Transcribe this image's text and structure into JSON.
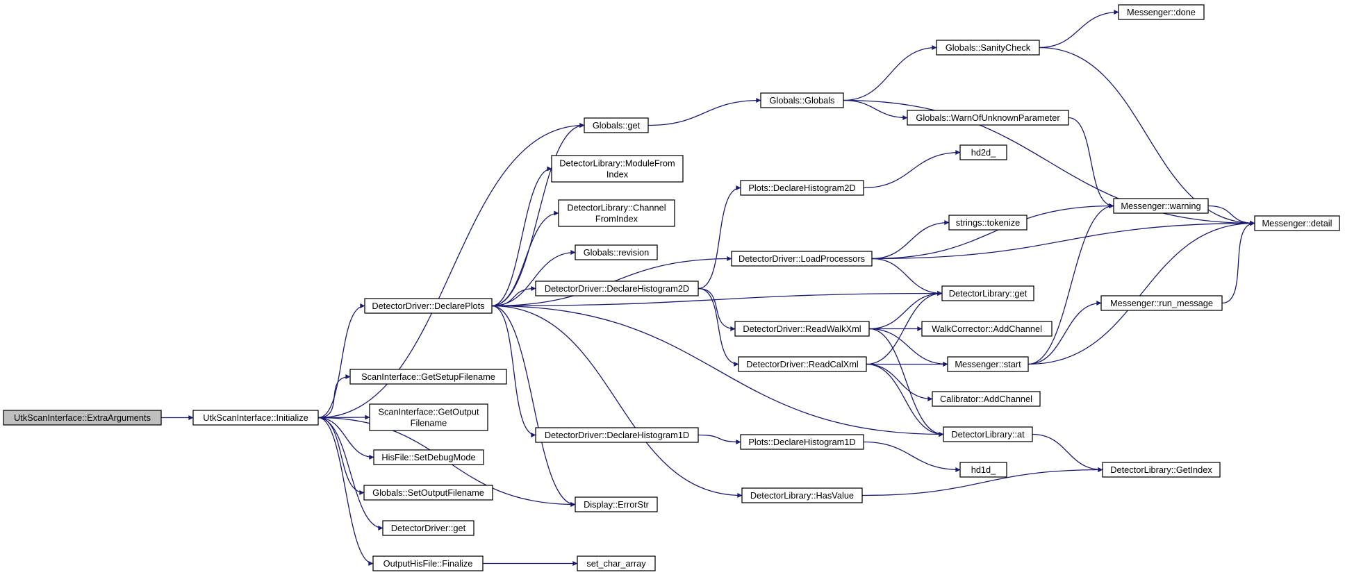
{
  "colors": {
    "edge": "#191970",
    "node_fill": "#ffffff",
    "root_fill": "#bfbfbf",
    "node_border": "#000000"
  },
  "nodes": {
    "extra": [
      "UtkScanInterface::ExtraArguments"
    ],
    "init": [
      "UtkScanInterface::Initialize"
    ],
    "declplots": [
      "DetectorDriver::DeclarePlots"
    ],
    "globget": [
      "Globals::get"
    ],
    "modfromidx": [
      "DetectorLibrary::ModuleFrom",
      "Index"
    ],
    "chanfromidx": [
      "DetectorLibrary::Channel",
      "FromIndex"
    ],
    "revision": [
      "Globals::revision"
    ],
    "declh2d": [
      "DetectorDriver::DeclareHistogram2D"
    ],
    "getsetup": [
      "ScanInterface::GetSetupFilename"
    ],
    "getoutput": [
      "ScanInterface::GetOutput",
      "Filename"
    ],
    "setdebug": [
      "HisFile::SetDebugMode"
    ],
    "setoutput": [
      "Globals::SetOutputFilename"
    ],
    "ddget": [
      "DetectorDriver::get"
    ],
    "finalize": [
      "OutputHisFile::Finalize"
    ],
    "declh1d": [
      "DetectorDriver::DeclareHistogram1D"
    ],
    "errorstr": [
      "Display::ErrorStr"
    ],
    "setchar": [
      "set_char_array"
    ],
    "globals": [
      "Globals::Globals"
    ],
    "plotsh2d": [
      "Plots::DeclareHistogram2D"
    ],
    "loadproc": [
      "DetectorDriver::LoadProcessors"
    ],
    "readwalk": [
      "DetectorDriver::ReadWalkXml"
    ],
    "readcal": [
      "DetectorDriver::ReadCalXml"
    ],
    "plotsh1d": [
      "Plots::DeclareHistogram1D"
    ],
    "hasvalue": [
      "DetectorLibrary::HasValue"
    ],
    "sanity": [
      "Globals::SanityCheck"
    ],
    "warnunk": [
      "Globals::WarnOfUnknownParameter"
    ],
    "hd2d": [
      "hd2d_"
    ],
    "tokenize": [
      "strings::tokenize"
    ],
    "dlget": [
      "DetectorLibrary::get"
    ],
    "walkadd": [
      "WalkCorrector::AddChannel"
    ],
    "msgstart": [
      "Messenger::start"
    ],
    "caladd": [
      "Calibrator::AddChannel"
    ],
    "dlat": [
      "DetectorLibrary::at"
    ],
    "hd1d": [
      "hd1d_"
    ],
    "msgdone": [
      "Messenger::done"
    ],
    "msgwarn": [
      "Messenger::warning"
    ],
    "msgrun": [
      "Messenger::run_message"
    ],
    "getindex": [
      "DetectorLibrary::GetIndex"
    ],
    "msgdetail": [
      "Messenger::detail"
    ]
  },
  "edges": [
    [
      "extra",
      "init"
    ],
    [
      "init",
      "declplots"
    ],
    [
      "init",
      "globget"
    ],
    [
      "init",
      "getsetup"
    ],
    [
      "init",
      "getoutput"
    ],
    [
      "init",
      "setdebug"
    ],
    [
      "init",
      "setoutput"
    ],
    [
      "init",
      "ddget"
    ],
    [
      "init",
      "finalize"
    ],
    [
      "init",
      "errorstr"
    ],
    [
      "declplots",
      "globget"
    ],
    [
      "declplots",
      "modfromidx"
    ],
    [
      "declplots",
      "chanfromidx"
    ],
    [
      "declplots",
      "revision"
    ],
    [
      "declplots",
      "declh2d"
    ],
    [
      "declplots",
      "declh1d"
    ],
    [
      "declplots",
      "errorstr"
    ],
    [
      "declplots",
      "dlget"
    ],
    [
      "declplots",
      "dlat"
    ],
    [
      "declplots",
      "hasvalue"
    ],
    [
      "declplots",
      "loadproc"
    ],
    [
      "globget",
      "globals"
    ],
    [
      "globals",
      "sanity"
    ],
    [
      "globals",
      "warnunk"
    ],
    [
      "globals",
      "msgdetail"
    ],
    [
      "sanity",
      "msgdone"
    ],
    [
      "sanity",
      "msgdetail"
    ],
    [
      "warnunk",
      "msgwarn"
    ],
    [
      "declh2d",
      "plotsh2d"
    ],
    [
      "declh2d",
      "readwalk"
    ],
    [
      "declh2d",
      "readcal"
    ],
    [
      "plotsh2d",
      "hd2d"
    ],
    [
      "loadproc",
      "msgwarn"
    ],
    [
      "loadproc",
      "tokenize"
    ],
    [
      "loadproc",
      "msgdetail"
    ],
    [
      "loadproc",
      "dlget"
    ],
    [
      "readwalk",
      "dlget"
    ],
    [
      "readwalk",
      "walkadd"
    ],
    [
      "readwalk",
      "msgstart"
    ],
    [
      "readwalk",
      "dlat"
    ],
    [
      "readcal",
      "dlget"
    ],
    [
      "readcal",
      "msgstart"
    ],
    [
      "readcal",
      "caladd"
    ],
    [
      "readcal",
      "dlat"
    ],
    [
      "declh1d",
      "plotsh1d"
    ],
    [
      "plotsh1d",
      "hd1d"
    ],
    [
      "hasvalue",
      "getindex"
    ],
    [
      "dlat",
      "getindex"
    ],
    [
      "finalize",
      "setchar"
    ],
    [
      "msgstart",
      "msgwarn"
    ],
    [
      "msgstart",
      "msgrun"
    ],
    [
      "msgstart",
      "msgdetail"
    ],
    [
      "msgwarn",
      "msgdetail"
    ],
    [
      "msgrun",
      "msgdetail"
    ]
  ]
}
